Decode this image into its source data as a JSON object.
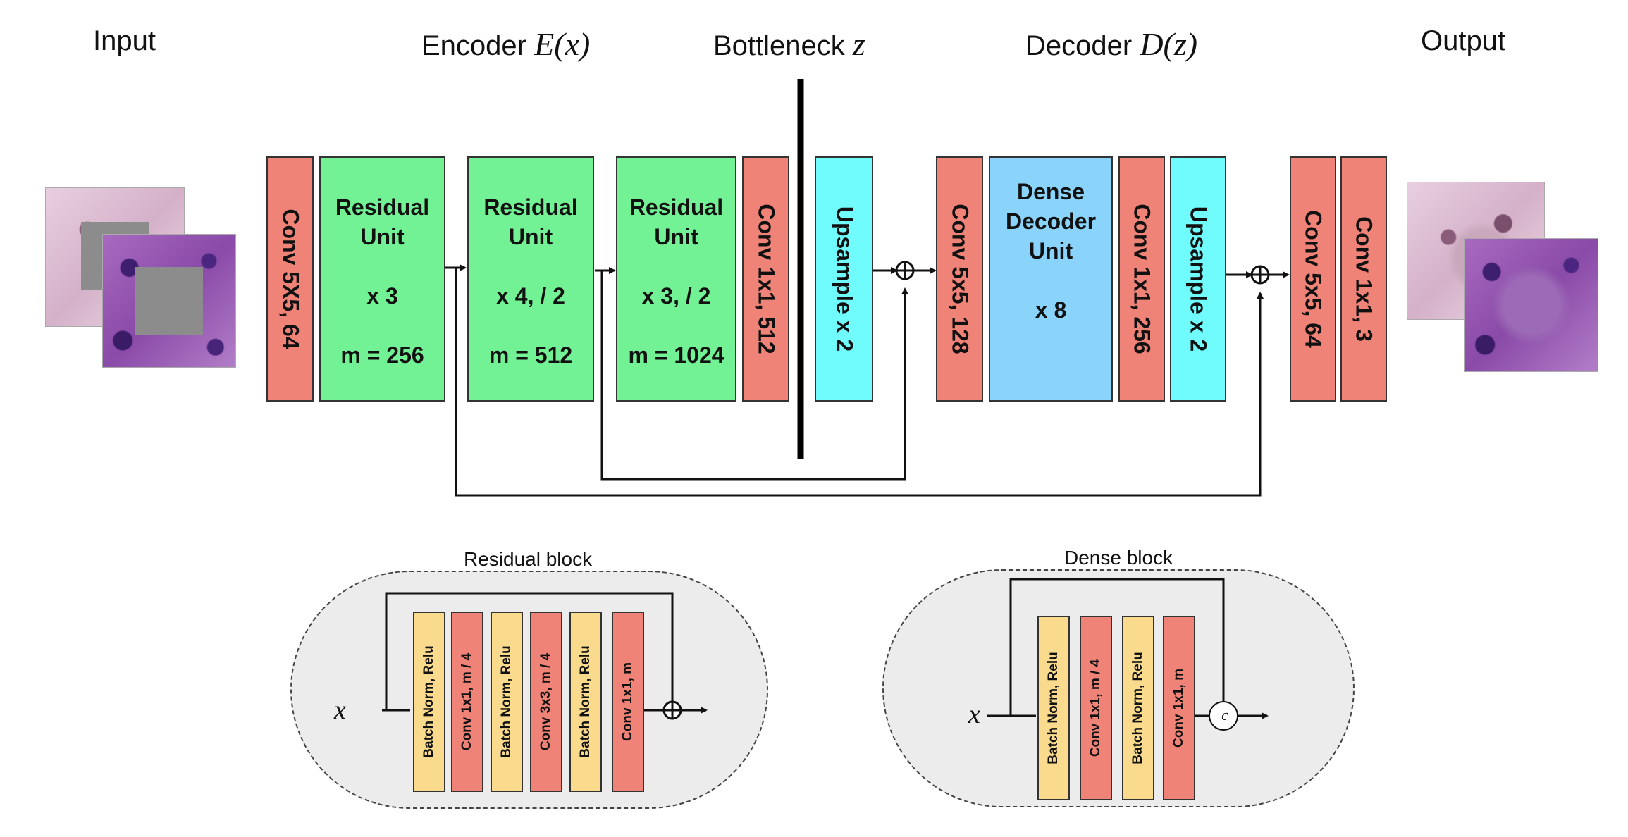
{
  "headers": {
    "input": "Input",
    "encoder": "Encoder",
    "encoder_math": "E(x)",
    "bottleneck": "Bottleneck",
    "bottleneck_math": "z",
    "decoder": "Decoder",
    "decoder_math": "D(z)",
    "output": "Output"
  },
  "encoder": {
    "conv_in": "Conv 5X5, 64",
    "res1": {
      "name1": "Residual",
      "name2": "Unit",
      "repeat": "x 3",
      "m": "m = 256"
    },
    "res2": {
      "name1": "Residual",
      "name2": "Unit",
      "repeat": "x 4, / 2",
      "m": "m = 512"
    },
    "res3": {
      "name1": "Residual",
      "name2": "Unit",
      "repeat": "x 3, / 2",
      "m": "m = 1024"
    },
    "conv_out": "Conv 1x1, 512"
  },
  "decoder": {
    "upsample1": "Upsample x 2",
    "conv1": "Conv 5x5, 128",
    "dense": {
      "name1": "Dense",
      "name2": "Decoder",
      "name3": "Unit",
      "repeat": "x 8"
    },
    "conv2": "Conv 1x1, 256",
    "upsample2": "Upsample x 2",
    "conv3": "Conv 5x5, 64",
    "conv4": "Conv 1x1, 3"
  },
  "residual_block": {
    "title": "Residual block",
    "input": "x",
    "layers": [
      "Batch Norm, Relu",
      "Conv 1x1, m / 4",
      "Batch Norm, Relu",
      "Conv 3x3, m / 4",
      "Batch Norm, Relu",
      "Conv 1x1, m"
    ]
  },
  "dense_block": {
    "title": "Dense block",
    "input": "x",
    "concat_symbol": "c",
    "layers": [
      "Batch Norm, Relu",
      "Conv 1x1, m / 4",
      "Batch Norm, Relu",
      "Conv 1x1, m"
    ]
  },
  "colors": {
    "conv": "#f08378",
    "residual_unit": "#72f295",
    "upsample": "#70fcfc",
    "dense_unit": "#8ad4fc",
    "batch_norm": "#fadb8e"
  }
}
